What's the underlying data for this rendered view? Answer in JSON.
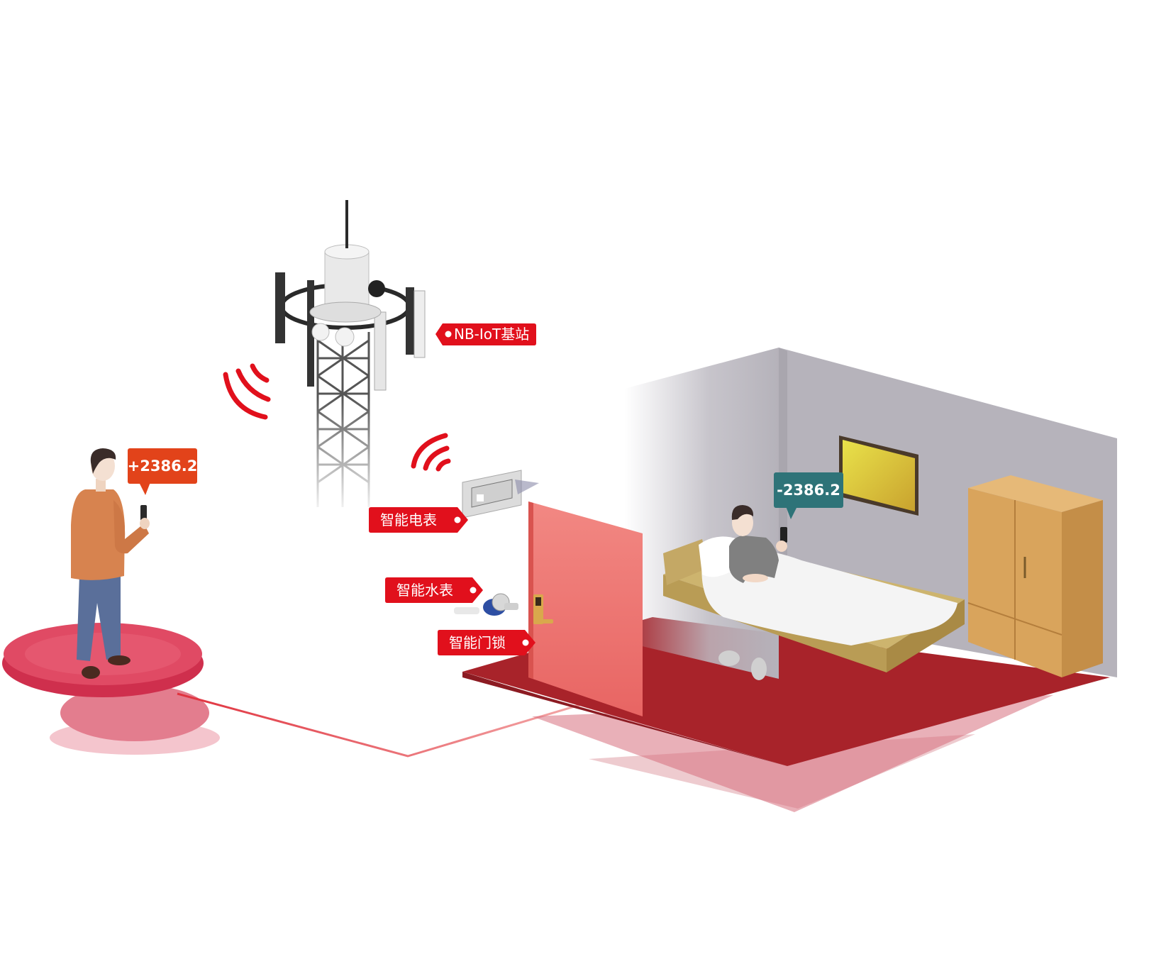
{
  "labels": {
    "base_station": "NB-IoT基站",
    "smart_meter": "智能电表",
    "water_meter": "智能水表",
    "door_lock": "智能门锁"
  },
  "bubbles": {
    "payer_amount": "+2386.2",
    "tenant_amount": "-2386.2"
  },
  "colors": {
    "accent_red": "#e1101c",
    "payer_bubble": "#e2431a",
    "tenant_bubble": "#2e7378",
    "floor": "#a8232a",
    "wall": "#b3b0b8",
    "door": "#ef7f7c",
    "wardrobe": "#d9a45c"
  }
}
